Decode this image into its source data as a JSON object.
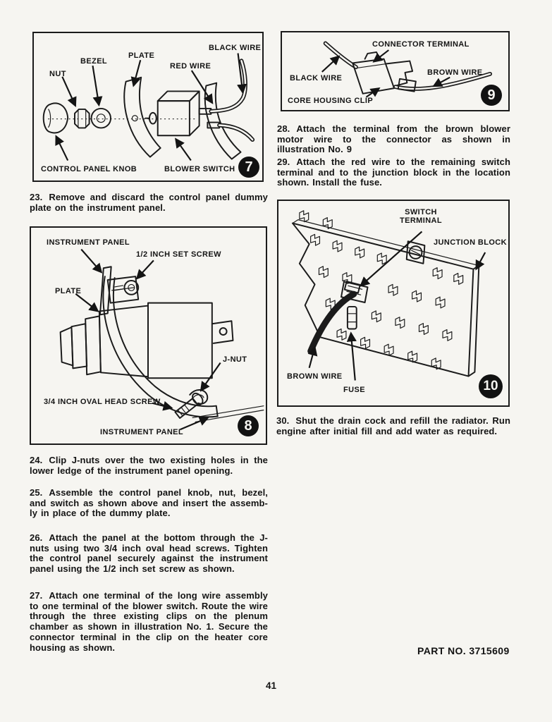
{
  "page": {
    "number": "41",
    "part_no": "PART NO. 3715609"
  },
  "steps": [
    {
      "id": "23",
      "num": "23.",
      "text": "Remove and discard the control panel dummy plate on the instrument panel."
    },
    {
      "id": "24",
      "num": "24.",
      "text": "Clip J-nuts over the two existing holes in the lower ledge of the instrument panel opening."
    },
    {
      "id": "25",
      "num": "25.",
      "text": "Assemble the control panel knob, nut, bezel, and switch as shown above and insert the assemb-ly in place of the dummy plate."
    },
    {
      "id": "26",
      "num": "26.",
      "text": "Attach the panel at the bottom through the J-nuts using two 3/4 inch oval head screws. Tighten the control panel securely against the instrument panel using the 1/2 inch set screw as shown."
    },
    {
      "id": "27",
      "num": "27.",
      "text": "Attach one terminal of the long wire assembly to one terminal of the blower switch. Route the wire through the three existing clips on the plenum chamber as shown in illustration No. 1. Secure the connector terminal in the clip on the heater core housing as shown."
    },
    {
      "id": "28",
      "num": "28.",
      "text": "Attach the terminal from the brown blower motor wire to the connector as shown in illustration No. 9"
    },
    {
      "id": "29",
      "num": "29.",
      "text": "Attach the red wire to the remaining switch terminal and to the junction block in the location shown. Install the fuse."
    },
    {
      "id": "30",
      "num": "30.",
      "text": "Shut the drain cock and refill the radiator. Run engine after initial fill and add water as required."
    }
  ],
  "figures": {
    "fig7": {
      "number": "7",
      "labels": {
        "nut": "NUT",
        "bezel": "BEZEL",
        "plate": "PLATE",
        "red_wire": "RED WIRE",
        "black_wire": "BLACK WIRE",
        "control_panel_knob": "CONTROL PANEL KNOB",
        "blower_switch": "BLOWER SWITCH"
      }
    },
    "fig8": {
      "number": "8",
      "labels": {
        "instrument_panel_top": "INSTRUMENT PANEL",
        "set_screw": "1/2 INCH SET SCREW",
        "plate": "PLATE",
        "j_nut": "J-NUT",
        "oval_head_screw": "3/4 INCH OVAL HEAD SCREW",
        "instrument_panel_bottom": "INSTRUMENT PANEL"
      }
    },
    "fig9": {
      "number": "9",
      "labels": {
        "connector_terminal": "CONNECTOR TERMINAL",
        "black_wire": "BLACK WIRE",
        "brown_wire": "BROWN WIRE",
        "core_housing_clip": "CORE HOUSING CLIP"
      }
    },
    "fig10": {
      "number": "10",
      "labels": {
        "switch_terminal": "SWITCH TERMINAL",
        "junction_block": "JUNCTION BLOCK",
        "brown_wire": "BROWN WIRE",
        "fuse": "FUSE"
      }
    }
  },
  "colors": {
    "ink": "#1b1b1b",
    "paper": "#f6f5f1"
  }
}
